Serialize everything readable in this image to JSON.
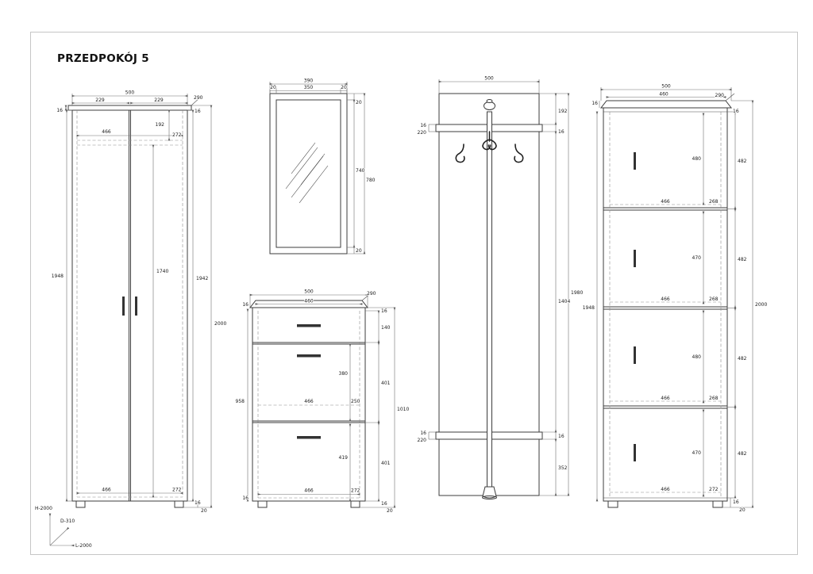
{
  "title": "PRZEDPOKÓJ 5",
  "axes": {
    "height": "H-2000",
    "depth": "D-310",
    "length": "L-2000"
  },
  "wardrobe": {
    "width_total": "500",
    "door_left": "229",
    "door_right": "229",
    "depth": "290",
    "top_thickness": "16",
    "side_height": "1948",
    "shelf_width": "466",
    "top_section": "192",
    "top_depth": "272",
    "inner_height": "1740",
    "right_top_thickness": "16",
    "inner_total_height": "1942",
    "height_total": "2000",
    "bottom_width": "466",
    "bottom_depth": "272",
    "bottom_thickness": "16",
    "feet_height": "20"
  },
  "mirror": {
    "width_total": "390",
    "frame_left": "20",
    "glass_width": "350",
    "frame_right": "20",
    "frame_top": "20",
    "glass_height": "740",
    "height_total": "780",
    "frame_bottom": "20"
  },
  "shoe_cabinet": {
    "width_total": "500",
    "top_width": "460",
    "depth": "290",
    "top_thickness_left": "16",
    "top_thickness_right": "16",
    "drawer_height": "140",
    "door_upper_height": "380",
    "section_upper": "401",
    "side_height": "958",
    "front_height": "1010",
    "shelf_width": "466",
    "shelf_depth": "250",
    "door_lower_height": "419",
    "section_lower": "401",
    "bottom_width": "466",
    "bottom_depth": "272",
    "bottom_thickness_left": "16",
    "bottom_thickness_right": "16",
    "feet_height": "20"
  },
  "coat_rack": {
    "width_total": "500",
    "top_section": "192",
    "shelf_thickness_right": "16",
    "shelf_thickness_left": "16",
    "shelf_depth": "220",
    "middle_section": "1404",
    "height_total": "1980",
    "bottom_shelf_thickness_left": "16",
    "bottom_shelf_depth": "220",
    "bottom_shelf_thickness_right": "16",
    "bottom_section": "352"
  },
  "shelf_cabinet": {
    "width_total": "500",
    "top_width": "460",
    "depth": "290",
    "top_thickness_left": "16",
    "top_thickness_right": "16",
    "sections": [
      {
        "inner_height": "480",
        "outer_height": "482",
        "shelf_width": "466",
        "shelf_depth": "268"
      },
      {
        "inner_height": "470",
        "outer_height": "482",
        "shelf_width": "466",
        "shelf_depth": "268"
      },
      {
        "inner_height": "480",
        "outer_height": "482",
        "shelf_width": "466",
        "shelf_depth": "268"
      },
      {
        "inner_height": "470",
        "outer_height": "482",
        "shelf_width": "466",
        "shelf_depth": "272"
      }
    ],
    "side_height": "1948",
    "height_total": "2000",
    "bottom_thickness": "16",
    "feet_height": "20"
  }
}
